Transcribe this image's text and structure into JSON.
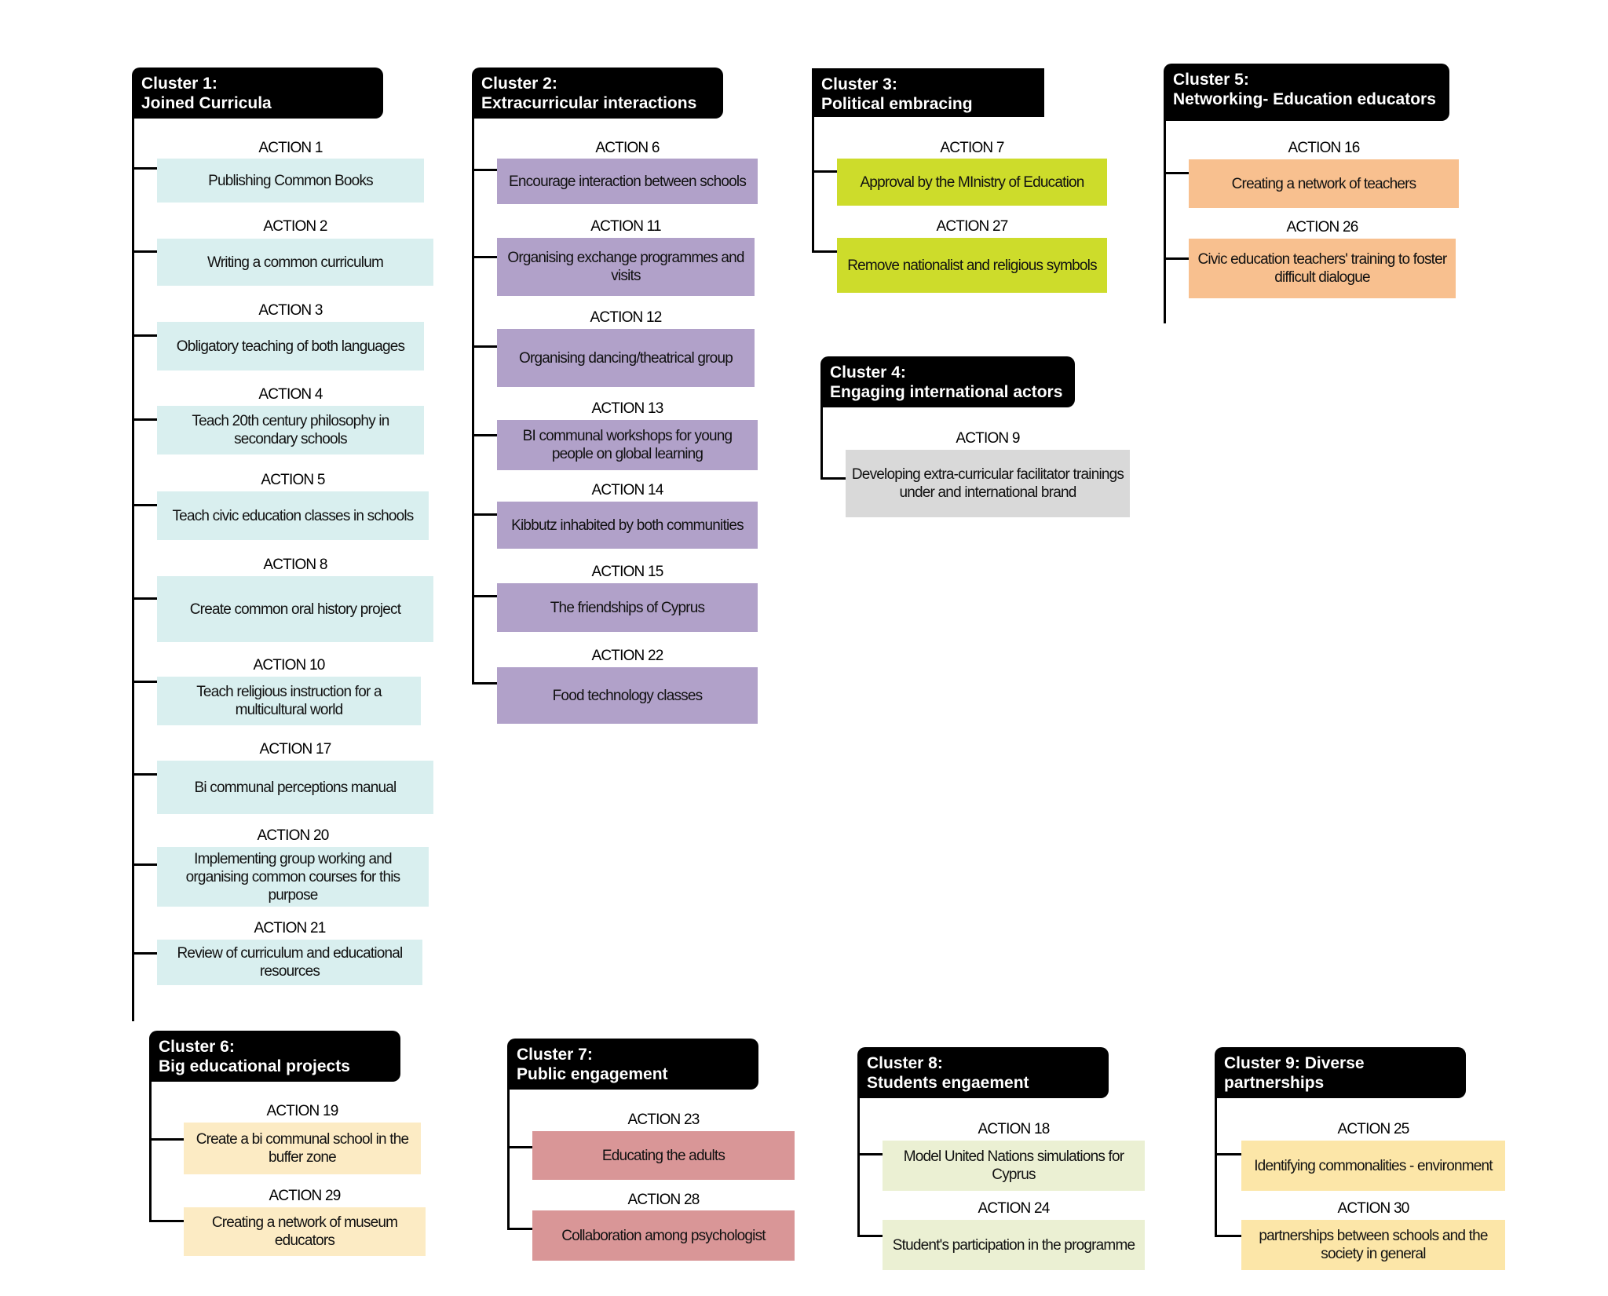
{
  "colors": {
    "joined": "#d9efef",
    "extra": "#b1a1c9",
    "political": "#cddc2b",
    "international": "#d9d9d9",
    "networking": "#f8c08f",
    "projects": "#fcebc4",
    "public": "#d99697",
    "students": "#ebf0d3",
    "partnerships": "#fce6a8",
    "header": "#000000"
  },
  "clusters": [
    {
      "title": "Cluster 1:\nJoined Curricula",
      "actions": [
        {
          "label": "ACTION 1",
          "text": "Publishing Common Books"
        },
        {
          "label": "ACTION 2",
          "text": "Writing a common curriculum"
        },
        {
          "label": "ACTION 3",
          "text": "Obligatory teaching of both languages"
        },
        {
          "label": "ACTION 4",
          "text": "Teach 20th century philosophy in secondary schools"
        },
        {
          "label": "ACTION 5",
          "text": "Teach civic education classes in schools"
        },
        {
          "label": "ACTION 8",
          "text": "Create common oral history project"
        },
        {
          "label": "ACTION 10",
          "text": "Teach religious instruction for a multicultural world"
        },
        {
          "label": "ACTION 17",
          "text": "Bi communal perceptions manual"
        },
        {
          "label": "ACTION 20",
          "text": "Implementing group working and organising common courses for this purpose"
        },
        {
          "label": "ACTION 21",
          "text": "Review of curriculum and educational resources"
        }
      ]
    },
    {
      "title": "Cluster 2:\nExtracurricular interactions",
      "actions": [
        {
          "label": "ACTION 6",
          "text": "Encourage interaction between schools"
        },
        {
          "label": "ACTION 11",
          "text": "Organising exchange programmes and visits"
        },
        {
          "label": "ACTION 12",
          "text": "Organising dancing/theatrical group"
        },
        {
          "label": "ACTION 13",
          "text": "BI communal workshops for young people on global learning"
        },
        {
          "label": "ACTION 14",
          "text": "Kibbutz inhabited by both communities"
        },
        {
          "label": "ACTION 15",
          "text": "The friendships of Cyprus"
        },
        {
          "label": "ACTION 22",
          "text": "Food technology classes"
        }
      ]
    },
    {
      "title": "Cluster 3:\nPolitical embracing",
      "actions": [
        {
          "label": "ACTION 7",
          "text": "Approval by the MInistry of Education"
        },
        {
          "label": "ACTION 27",
          "text": "Remove nationalist and religious symbols"
        }
      ]
    },
    {
      "title": "Cluster 4:\nEngaging international actors",
      "actions": [
        {
          "label": "ACTION 9",
          "text": "Developing extra-curricular facilitator trainings under and international brand"
        }
      ]
    },
    {
      "title": "Cluster 5:\nNetworking- Education educators",
      "actions": [
        {
          "label": "ACTION 16",
          "text": "Creating a network of teachers"
        },
        {
          "label": "ACTION 26",
          "text": "Civic education teachers' training to foster difficult dialogue"
        }
      ]
    },
    {
      "title": "Cluster 6:\nBig educational projects",
      "actions": [
        {
          "label": "ACTION 19",
          "text": "Create a bi communal school in the buffer zone"
        },
        {
          "label": "ACTION 29",
          "text": "Creating a network of museum educators"
        }
      ]
    },
    {
      "title": "Cluster 7:\nPublic engagement",
      "actions": [
        {
          "label": "ACTION 23",
          "text": "Educating the adults"
        },
        {
          "label": "ACTION 28",
          "text": "Collaboration among psychologist"
        }
      ]
    },
    {
      "title": "Cluster 8:\nStudents engaement",
      "actions": [
        {
          "label": "ACTION 18",
          "text": "Model United Nations simulations for Cyprus"
        },
        {
          "label": "ACTION 24",
          "text": "Student's participation in the programme"
        }
      ]
    },
    {
      "title": "Cluster 9: Diverse\npartnerships",
      "actions": [
        {
          "label": "ACTION 25",
          "text": "Identifying commonalities - environment"
        },
        {
          "label": "ACTION 30",
          "text": "partnerships between schools and the society in general"
        }
      ]
    }
  ]
}
